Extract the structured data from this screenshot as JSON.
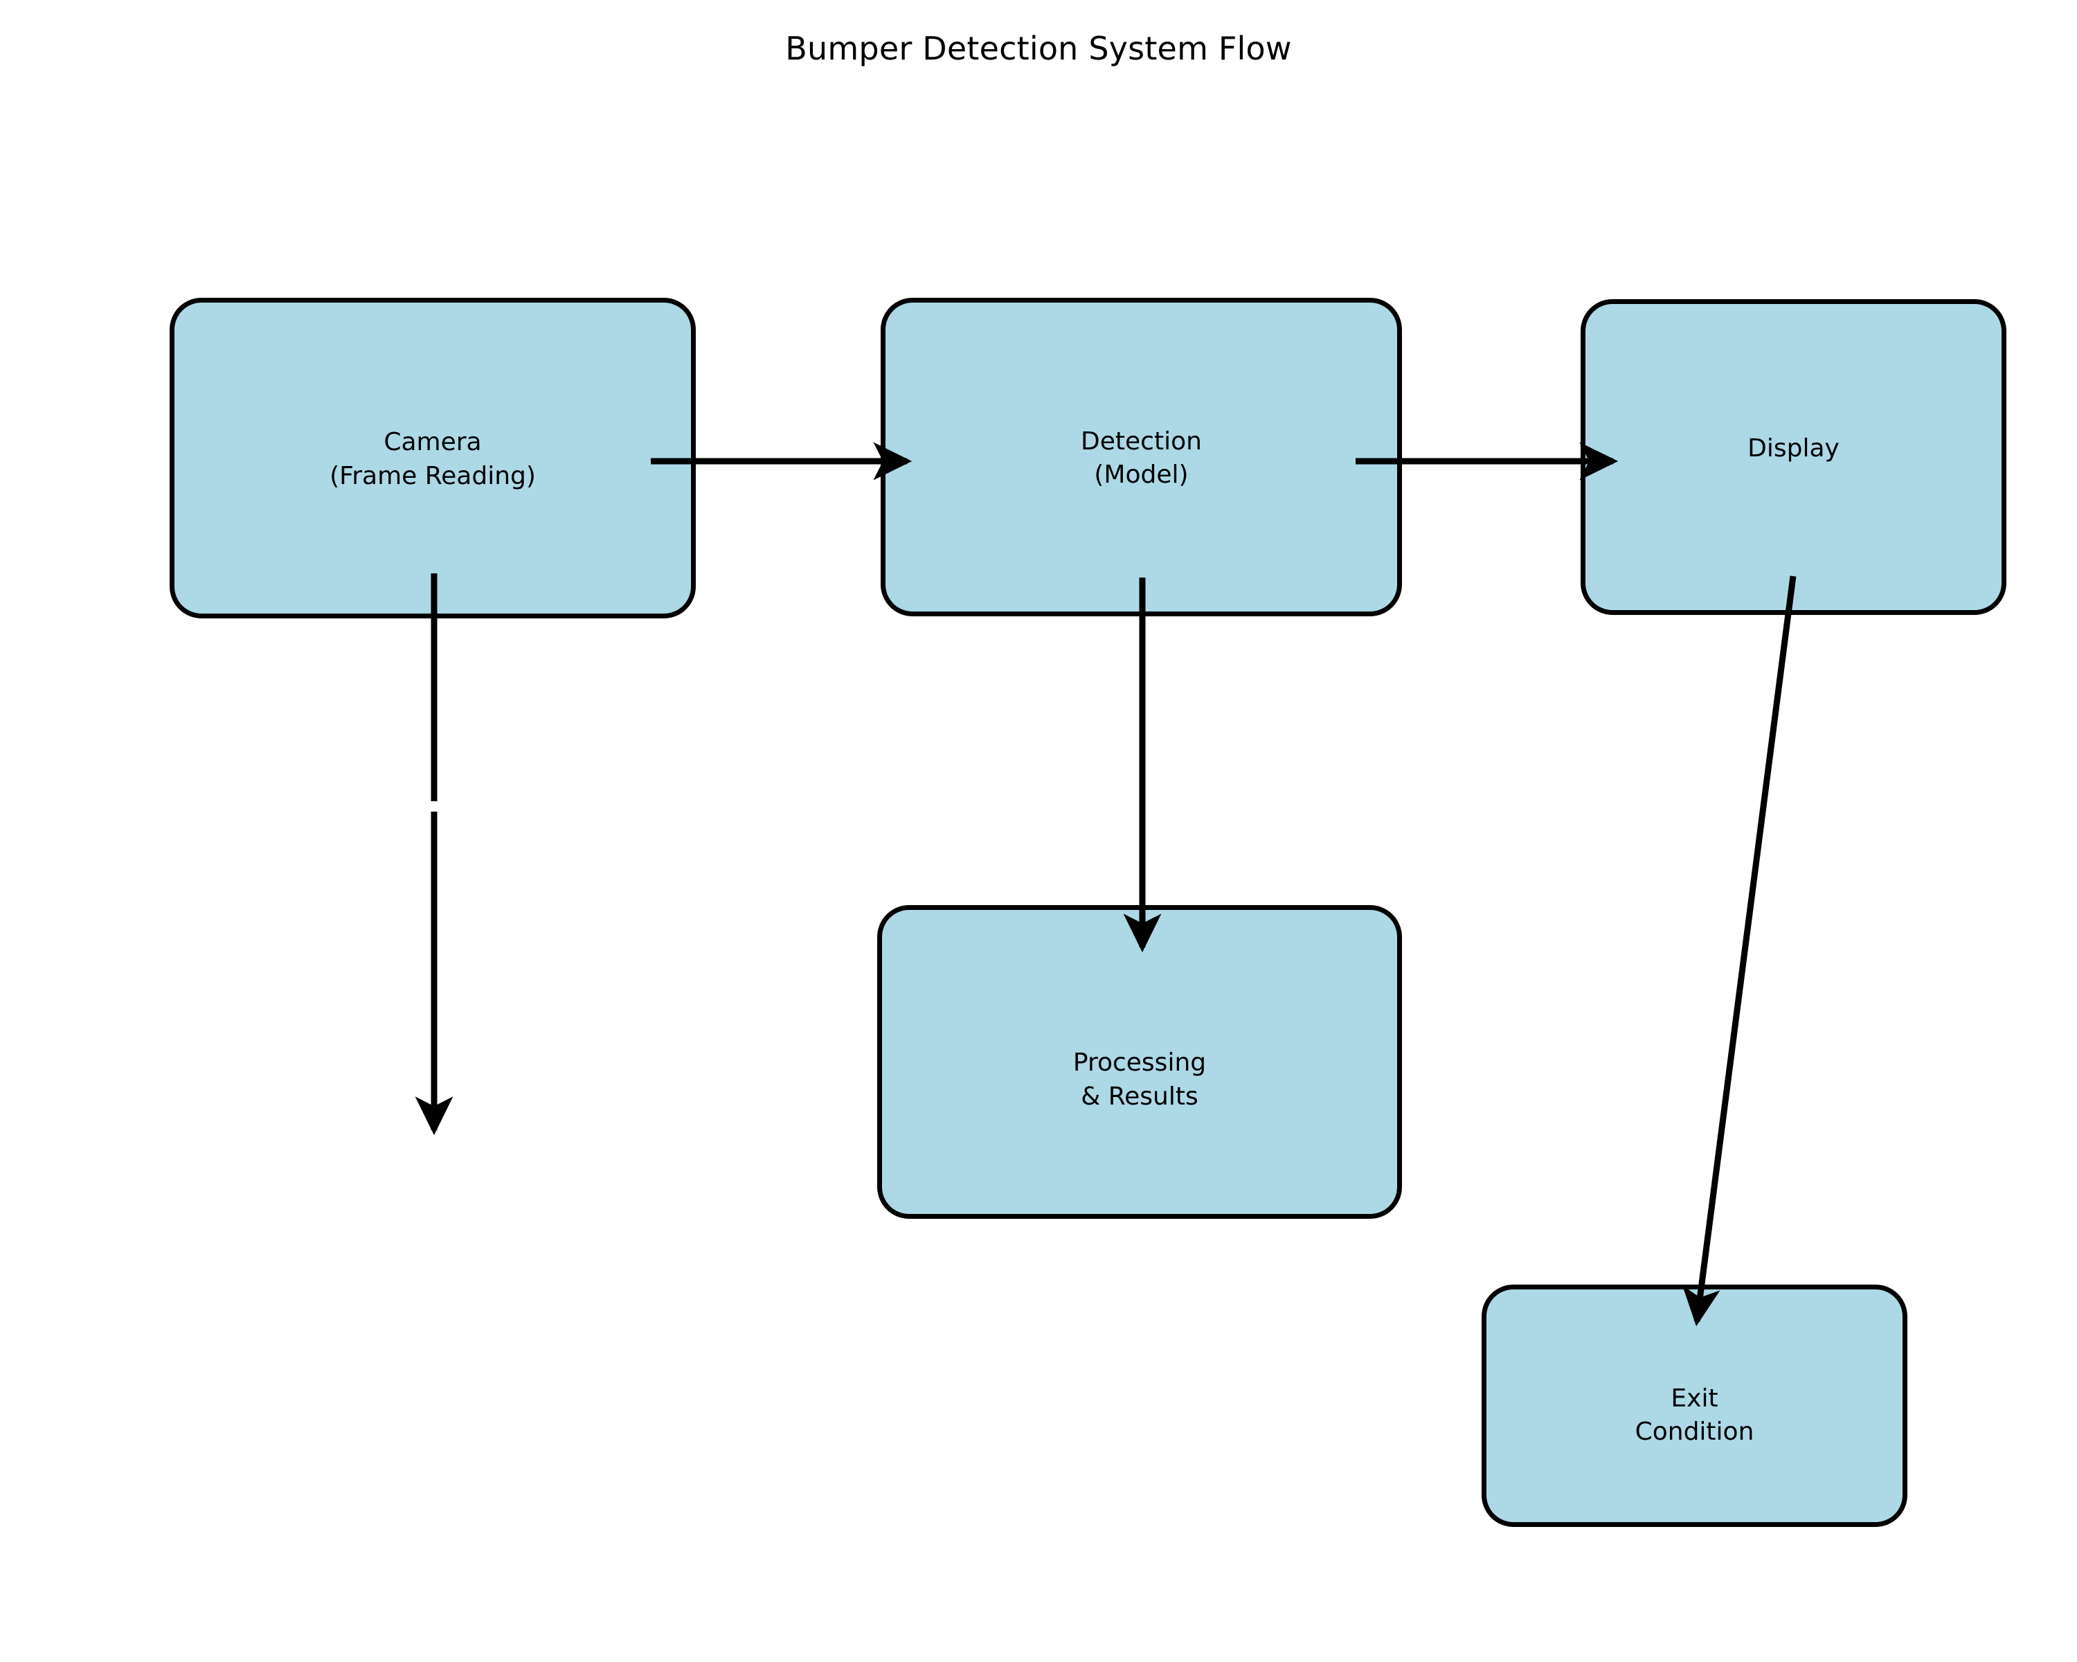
{
  "diagram": {
    "title": "Bumper Detection System Flow",
    "type": "flowchart",
    "background_color": "#ffffff",
    "node_fill_color": "#ADD8E6",
    "node_border_color": "#000000",
    "edge_color": "#000000",
    "nodes": [
      {
        "id": "camera",
        "label": "Camera\n(Frame Reading)"
      },
      {
        "id": "detection",
        "label": "Detection\n(Model)"
      },
      {
        "id": "display",
        "label": "Display"
      },
      {
        "id": "processing",
        "label": "Processing\n& Results"
      },
      {
        "id": "exit",
        "label": "Exit\nCondition"
      }
    ],
    "edges": [
      {
        "from": "camera",
        "to": "detection",
        "label": ""
      },
      {
        "from": "detection",
        "to": "display",
        "label": ""
      },
      {
        "from": "detection",
        "to": "processing",
        "label": ""
      },
      {
        "from": "display",
        "to": "exit",
        "label": ""
      },
      {
        "from": "camera",
        "to": "",
        "label": ""
      }
    ]
  }
}
